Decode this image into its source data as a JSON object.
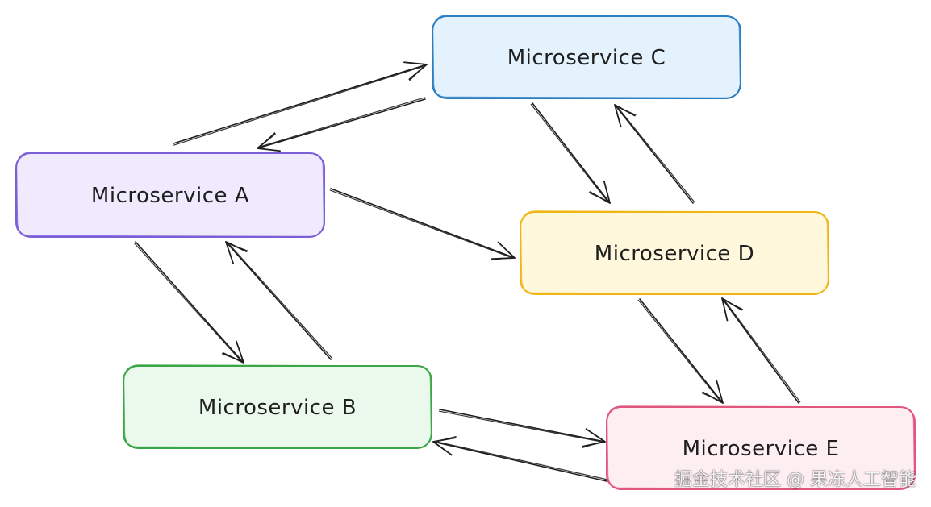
{
  "nodes": [
    {
      "id": "A",
      "label": "Microservice A",
      "fill": "#efeafd",
      "stroke": "#7c5fd8"
    },
    {
      "id": "B",
      "label": "Microservice B",
      "fill": "#ebf9ec",
      "stroke": "#3aa648"
    },
    {
      "id": "C",
      "label": "Microservice C",
      "fill": "#e3f2fc",
      "stroke": "#2b7fc2"
    },
    {
      "id": "D",
      "label": "Microservice D",
      "fill": "#fff8dc",
      "stroke": "#f0b616"
    },
    {
      "id": "E",
      "label": "Microservice E",
      "fill": "#fdeef2",
      "stroke": "#e0567e"
    }
  ],
  "edges": [
    {
      "from": "A",
      "to": "C"
    },
    {
      "from": "C",
      "to": "A"
    },
    {
      "from": "A",
      "to": "D"
    },
    {
      "from": "A",
      "to": "B"
    },
    {
      "from": "B",
      "to": "A"
    },
    {
      "from": "C",
      "to": "D"
    },
    {
      "from": "D",
      "to": "C"
    },
    {
      "from": "D",
      "to": "E"
    },
    {
      "from": "E",
      "to": "D"
    },
    {
      "from": "B",
      "to": "E"
    },
    {
      "from": "E",
      "to": "B"
    }
  ],
  "watermark": "掘金技术社区 @ 果冻人工智能"
}
